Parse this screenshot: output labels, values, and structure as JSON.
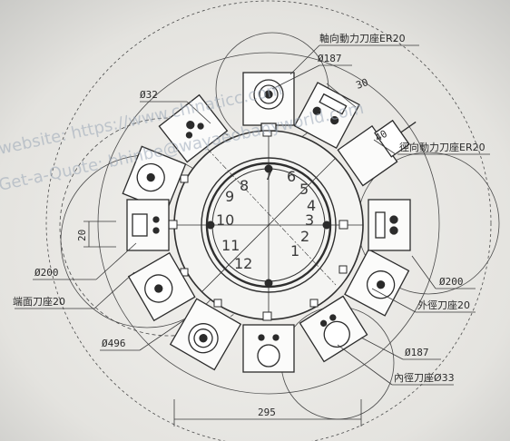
{
  "labels": {
    "axial_holder": "軸向動力刀座ER20",
    "phi187_top": "Ø187",
    "dim_30": "30",
    "phi32": "Ø32",
    "dim_40": "40",
    "radial_holder": "徑向動力刀座ER20",
    "dim_20": "20",
    "phi200_left": "Ø200",
    "end_face_holder": "端面刀座20",
    "phi200_right": "Ø200",
    "od_holder": "外徑刀座20",
    "phi496": "Ø496",
    "phi187_bottom": "Ø187",
    "id_holder": "內徑刀座Ø33",
    "dim_295": "295"
  },
  "dial_numbers": [
    "1",
    "2",
    "3",
    "4",
    "5",
    "6",
    "7",
    "8",
    "9",
    "10",
    "11",
    "12"
  ],
  "watermarks": [
    "website: https://www.chinaticc.com",
    "Get-a-Quote: bhinbe@wayaeobanyworld.com"
  ]
}
